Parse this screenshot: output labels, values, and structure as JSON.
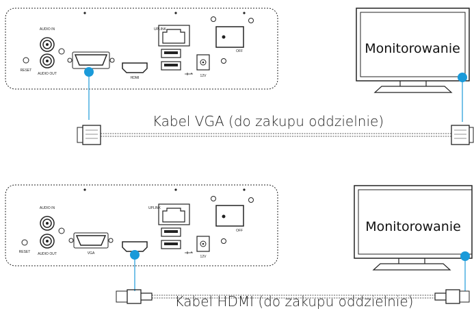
{
  "diagram_top": {
    "ports": {
      "audio_in": "AUDIO IN",
      "audio_out": "AUDIO OUT",
      "reset": "RESET",
      "vga": "",
      "hdmi": "HDMI",
      "uplink": "UPLINK",
      "usb": "",
      "power": "12V",
      "off": "OFF"
    },
    "monitor_label": "Monitorowanie",
    "cable_label": "Kabel VGA (do zakupu oddzielnie)"
  },
  "diagram_bottom": {
    "ports": {
      "audio_in": "AUDIO IN",
      "audio_out": "AUDIO OUT",
      "reset": "RESET",
      "vga": "VGA",
      "hdmi": "",
      "uplink": "UPLINK",
      "usb": "",
      "power": "12V",
      "off": "OFF"
    },
    "monitor_label": "Monitorowanie",
    "cable_label": "Kabel HDMI (do zakupu oddzielnie)"
  },
  "colors": {
    "connector_dot": "#1a9ad9",
    "cable_line": "#1a9ad9",
    "outline": "#222222"
  }
}
